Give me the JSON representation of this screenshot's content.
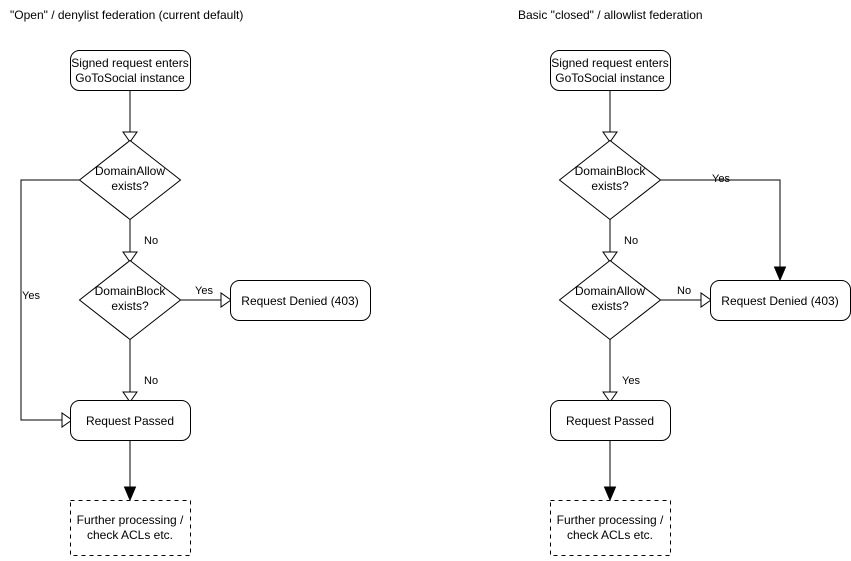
{
  "diagram": {
    "kind": "flowchart",
    "columns": [
      {
        "id": "open-denylist",
        "title": "\"Open\" / denylist federation (current default)",
        "nodes": {
          "entry": "Signed request enters\nGoToSocial instance",
          "entry_line1": "Signed request enters",
          "entry_line2": "GoToSocial instance",
          "decision1_line1": "DomainAllow",
          "decision1_line2": "exists?",
          "decision2_line1": "DomainBlock",
          "decision2_line2": "exists?",
          "denied": "Request Denied (403)",
          "passed": "Request Passed",
          "further_line1": "Further processing /",
          "further_line2": "check ACLs etc."
        },
        "edge_labels": {
          "decision1_yes": "Yes",
          "decision1_no": "No",
          "decision2_yes": "Yes",
          "decision2_no": "No"
        }
      },
      {
        "id": "closed-allowlist",
        "title": "Basic \"closed\" / allowlist federation",
        "nodes": {
          "entry": "Signed request enters\nGoToSocial instance",
          "entry_line1": "Signed request enters",
          "entry_line2": "GoToSocial instance",
          "decision1_line1": "DomainBlock",
          "decision1_line2": "exists?",
          "decision2_line1": "DomainAllow",
          "decision2_line2": "exists?",
          "denied": "Request Denied (403)",
          "passed": "Request Passed",
          "further_line1": "Further processing /",
          "further_line2": "check ACLs etc."
        },
        "edge_labels": {
          "decision1_yes": "Yes",
          "decision1_no": "No",
          "decision2_no": "No",
          "decision2_yes": "Yes"
        }
      }
    ],
    "colors": {
      "stroke": "#000000",
      "fill": "#ffffff",
      "text": "#000000",
      "background": "#ffffff"
    }
  }
}
